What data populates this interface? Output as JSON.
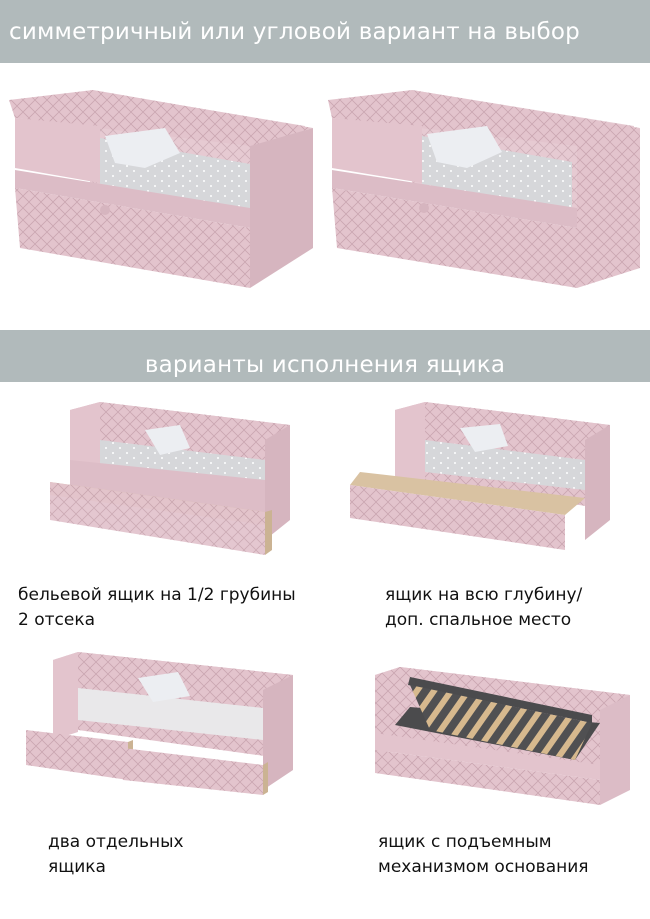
{
  "header_top": {
    "title": "симметричный или угловой вариант на выбор"
  },
  "header_mid": {
    "title": "варианты исполнения ящика"
  },
  "colors": {
    "banner_bg": "#b1babb",
    "banner_text": "#ffffff",
    "upholstery_pink": "#e3c4cd",
    "upholstery_shade": "#d3afba",
    "bedding_gray": "#d9d9db",
    "wood": "#d9c2a2",
    "frame_dark": "#4b4b4d"
  },
  "top_images": [
    {
      "alt": "symmetric-bed"
    },
    {
      "alt": "corner-bed"
    }
  ],
  "variants": [
    {
      "caption_line1": "бельевой ящик  на 1/2 грубины",
      "caption_line2": "2 отсека"
    },
    {
      "caption_line1": "ящик на всю глубину/",
      "caption_line2": "доп. спальное место"
    },
    {
      "caption_line1": "два отдельных",
      "caption_line2": "ящика"
    },
    {
      "caption_line1": "ящик с подъемным",
      "caption_line2": "механизмом основания"
    }
  ]
}
